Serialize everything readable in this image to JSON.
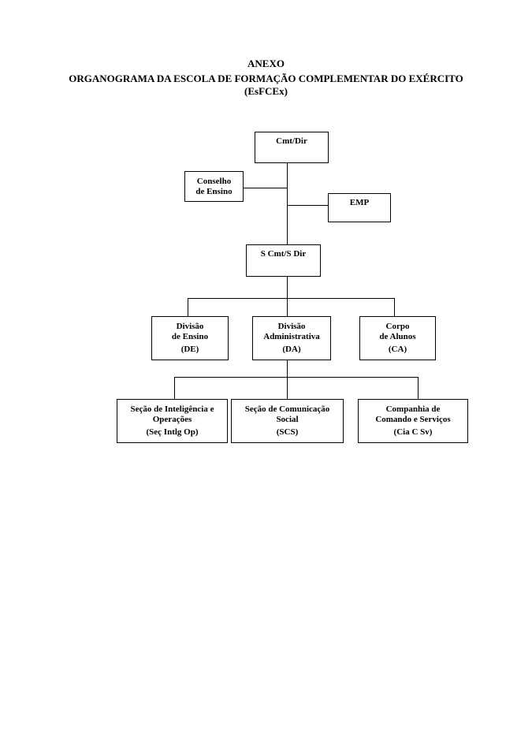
{
  "header": {
    "line1": "ANEXO",
    "line2": "ORGANOGRAMA DA ESCOLA DE FORMAÇÃO COMPLEMENTAR DO EXÉRCITO",
    "line3": "(EsFCEx)"
  },
  "org": {
    "cmt": [
      "Cmt/Dir"
    ],
    "conselho": [
      "Conselho",
      "de Ensino"
    ],
    "emp": [
      "EMP"
    ],
    "scmt": [
      "S Cmt/S Dir"
    ],
    "de": [
      "Divisão",
      "de Ensino",
      "(DE)"
    ],
    "da": [
      "Divisão",
      "Administrativa",
      "(DA)"
    ],
    "ca": [
      "Corpo",
      "de Alunos",
      "(CA)"
    ],
    "sec_intlg": [
      "Seção de Inteligência e",
      "Operações",
      "(Seç Intlg Op)"
    ],
    "scs": [
      "Seção de Comunicação",
      "Social",
      "(SCS)"
    ],
    "cia": [
      "Companhia de",
      "Comando e Serviços",
      "(Cia C Sv)"
    ]
  }
}
